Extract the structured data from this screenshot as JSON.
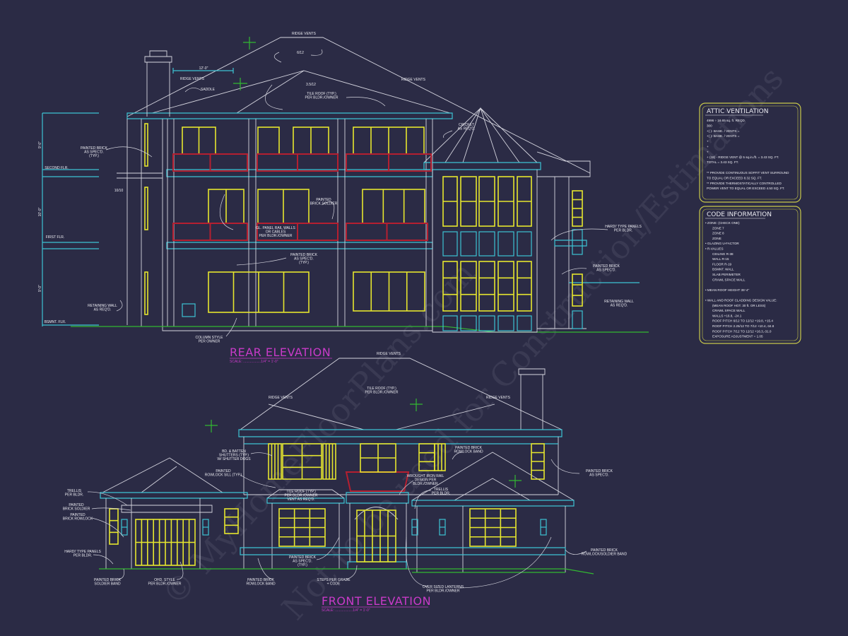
{
  "colors": {
    "background": "#2b2b45",
    "lines": "#d4d4de",
    "cyan": "#3cc3d3",
    "yellow": "#e6e62e",
    "red": "#b51f30",
    "green": "#32b832",
    "magenta": "#c83ac8",
    "box_border": "#c8c84a"
  },
  "watermark": [
    "© MyHomeFloorPlans.com",
    "Not to be used for Construction/Estimations"
  ],
  "rear": {
    "title": "REAR ELEVATION",
    "scale": "SCALE: ..................1/4\" = 1'-0\"",
    "dimensions": [
      "9'-0\"",
      "10'-0\"",
      "9'-0\"",
      "12'-0\""
    ],
    "labels": [
      [
        "RIDGE VENTS"
      ],
      [
        "6/12"
      ],
      [
        "RIDGE VENTS"
      ],
      [
        "SADDLE"
      ],
      [
        "3.5/12"
      ],
      [
        "TILE ROOF (TYP.)",
        "PER BLDR./OWNER"
      ],
      [
        "RIDGE VENTS"
      ],
      [
        "CRICKET",
        "AS REQ'D."
      ],
      [
        "PAINTED BRICK",
        "AS SPEC'D.",
        "(TYP.)"
      ],
      [
        "SECOND FLR."
      ],
      [
        "10/10"
      ],
      [
        "FIRST FLR."
      ],
      [
        "BSMNT. FLR."
      ],
      [
        "RETAINING WALL",
        "AS REQ'D."
      ],
      [
        "PAINTED",
        "BRICK SOLDIER"
      ],
      [
        "GL. PANEL RAIL WALLS",
        "OR CABLES",
        "PER BLDR./OWNER"
      ],
      [
        "PAINTED BRICK",
        "AS SPEC'D.",
        "(TYP.)"
      ],
      [
        "COLUMN STYLE",
        "PER OWNER"
      ],
      [
        "HARDI' TYPE PANELS",
        "PER BLDR."
      ],
      [
        "PAINTED BRICK",
        "AS SPEC'D."
      ],
      [
        "RETAINING WALL",
        "AS REQ'D."
      ]
    ]
  },
  "front": {
    "title": "FRONT ELEVATION",
    "scale": "SCALE: ..................1/4\" = 1'-0\"",
    "labels": [
      [
        "RIDGE VENTS"
      ],
      [
        "TILE ROOF (TYP.)",
        "PER BLDR./OWNER"
      ],
      [
        "RIDGE VENTS"
      ],
      [
        "RIDGE VENTS"
      ],
      [
        "BD. & BATTEN",
        "SHUTTERS (TYP.)",
        "W/ SHUTTER DOGS"
      ],
      [
        "PAINTED",
        "ROWLOCK SILL (TYP.)"
      ],
      [
        "TRELLIS",
        "PER BLDR."
      ],
      [
        "PAINTED",
        "BRICK SOLDIER"
      ],
      [
        "PAINTED",
        "BRICK ROWLOCK"
      ],
      [
        "TILE ROOF (TYP.)",
        "PER BLDR./OWNER",
        "VENT AS REQ'D."
      ],
      [
        "WROUGHT IRON RAIL",
        "DESIGN PER",
        "BLDR./OWNER"
      ],
      [
        "TRELLIS",
        "PER BLDR."
      ],
      [
        "PAINTED BRICK",
        "ROWLOCK BAND"
      ],
      [
        "PAINTED BRICK",
        "AS SPEC'D."
      ],
      [
        "HARDI' TYPE PANELS",
        "PER BLDR."
      ],
      [
        "PAINTED BRICK",
        "SOLDIER BAND"
      ],
      [
        "OHD. STYLE",
        "PER BLDR./OWNER"
      ],
      [
        "PAINTED BRICK",
        "ROWLOCK BAND"
      ],
      [
        "PAINTED BRICK",
        "AS SPEC'D.",
        "(TYP.)"
      ],
      [
        "STEPS PER GRADE",
        "+ CODE"
      ],
      [
        "OVER SIZED LANTERNS",
        "PER BLDR./OWNER"
      ],
      [
        "PAINTED BRICK",
        "ROWLOCK/SOLDIER BAND"
      ]
    ]
  },
  "attic_ventilation": {
    "title": "ATTIC VENTILATION",
    "lines": [
      "4996 ÷ 16.65 sq. ft. REQD.",
      "300",
      "+(   )-          BASE.   /   VENTS  =",
      "+(   )-          BASE.   /   VENTS  =",
      "+",
      "+",
      "+",
      "+ (18) - RIDGE VENT @ 5 sq.in./ft.  = 3.43 SQ. FT.",
      "TOTAL        = 3.43 SQ. FT.",
      "",
      "** PROVIDE CONTINUOUS SOFFIT VENT SURROUND",
      "TO EQUAL OR EXCEED  8.32 SQ. FT.",
      "** PROVIDE THERMOSTATICALLY CONTROLLED",
      "POWER VENT TO EQUAL OR EXCEED 4.50 SQ. FT."
    ]
  },
  "code_information": {
    "title": "CODE INFORMATION",
    "lines": [
      "• ZONE: (CHECK ONE)",
      "ZONE 7",
      "ZONE 8",
      "ZONE",
      "• GLAZING U-FACTOR",
      "• R-VALUES",
      "CEILING              R-38",
      "WALL                  R-15",
      "FLOOR                R-19",
      "BSMNT. WALL",
      "SLAB PERIMETER",
      "CRAWL SPACE WALL",
      "",
      "• MEAN ROOF HEIGHT  35'-4\"",
      "",
      "• WALL AND ROOF CLADDING DESIGN VALUE:",
      "(MEAN ROOF HGT. 30 ft. OR LESS)",
      "CRAWL SPACE WALL",
      "WALLS                              +16.8, -24.1",
      "ROOF PITCH 6/12 TO 12/12    +19.8, +15.4",
      "ROOF PITCH 2.25/12 TO 7/12   +10.4,-34.8",
      "ROOF PITCH 7/12 TO 12/12    +16.3,-31.0",
      "EXPOSURE ADJUSTMENT          = 1.05"
    ]
  }
}
